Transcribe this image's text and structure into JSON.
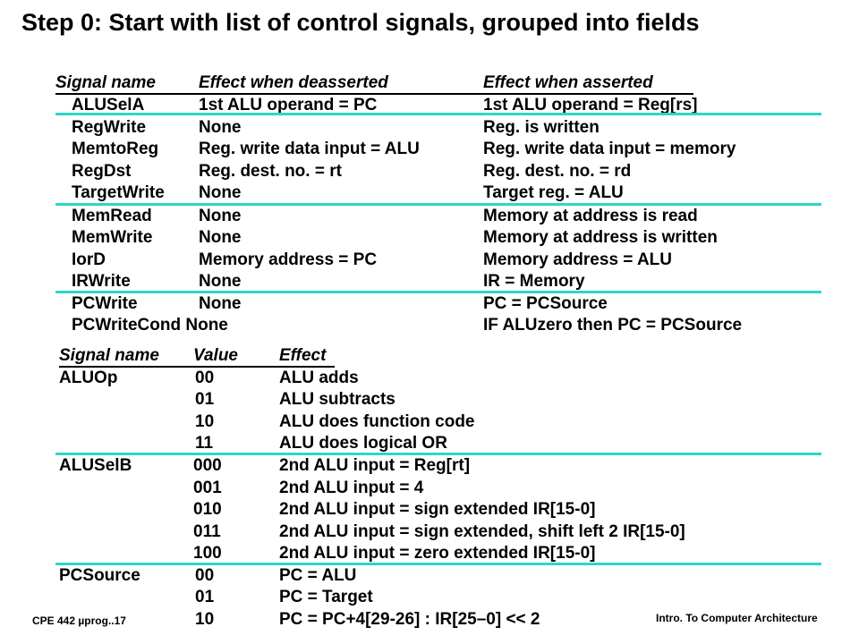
{
  "title": "Step 0: Start with list of control signals, grouped into fields",
  "table1": {
    "headers": [
      "Signal name",
      "Effect when deasserted",
      "Effect when asserted"
    ],
    "rows": [
      [
        "ALUSelA",
        "1st ALU operand = PC",
        "1st ALU operand = Reg[rs]"
      ],
      [
        "RegWrite",
        "None",
        "Reg. is written"
      ],
      [
        "MemtoReg",
        "Reg. write data input = ALU",
        "Reg. write data input = memory"
      ],
      [
        "RegDst",
        "Reg. dest. no. =  rt",
        "Reg. dest. no. =  rd"
      ],
      [
        "TargetWrite",
        "None",
        "Target reg. = ALU"
      ],
      [
        "MemRead",
        "None",
        "Memory at address is read"
      ],
      [
        "MemWrite",
        "None",
        "Memory at address is written"
      ],
      [
        "IorD",
        "Memory address = PC",
        "Memory address = ALU"
      ],
      [
        "IRWrite",
        "None",
        "IR = Memory"
      ],
      [
        "PCWrite",
        "None",
        "PC = PCSource"
      ],
      [
        "PCWriteCond None",
        "",
        "IF ALUzero then PC = PCSource"
      ]
    ]
  },
  "table2": {
    "headers": [
      "Signal name",
      "Value",
      "Effect"
    ],
    "rows": [
      [
        "ALUOp",
        "00",
        "ALU adds"
      ],
      [
        "",
        "01",
        "ALU subtracts"
      ],
      [
        "",
        "10",
        "ALU does function code"
      ],
      [
        "",
        "11",
        "ALU does logical OR"
      ],
      [
        "ALUSelB",
        "000",
        "2nd ALU input = Reg[rt]"
      ],
      [
        "",
        "001",
        "2nd ALU input = 4"
      ],
      [
        "",
        "010",
        "2nd ALU input = sign extended IR[15-0]"
      ],
      [
        "",
        "011",
        "2nd ALU input = sign extended, shift left 2 IR[15-0]"
      ],
      [
        "",
        "100",
        "2nd ALU input = zero extended IR[15-0]"
      ],
      [
        "PCSource",
        "00",
        "PC = ALU"
      ],
      [
        "",
        "01",
        "PC = Target"
      ],
      [
        "",
        "10",
        "PC = PC+4[29-26] : IR[25–0]  << 2"
      ]
    ]
  },
  "footer": {
    "left": "CPE 442  µprog..17",
    "right": "Intro. To Computer Architecture"
  },
  "colors": {
    "rule": "#2fd6c6",
    "text": "#000000",
    "background": "#ffffff"
  }
}
